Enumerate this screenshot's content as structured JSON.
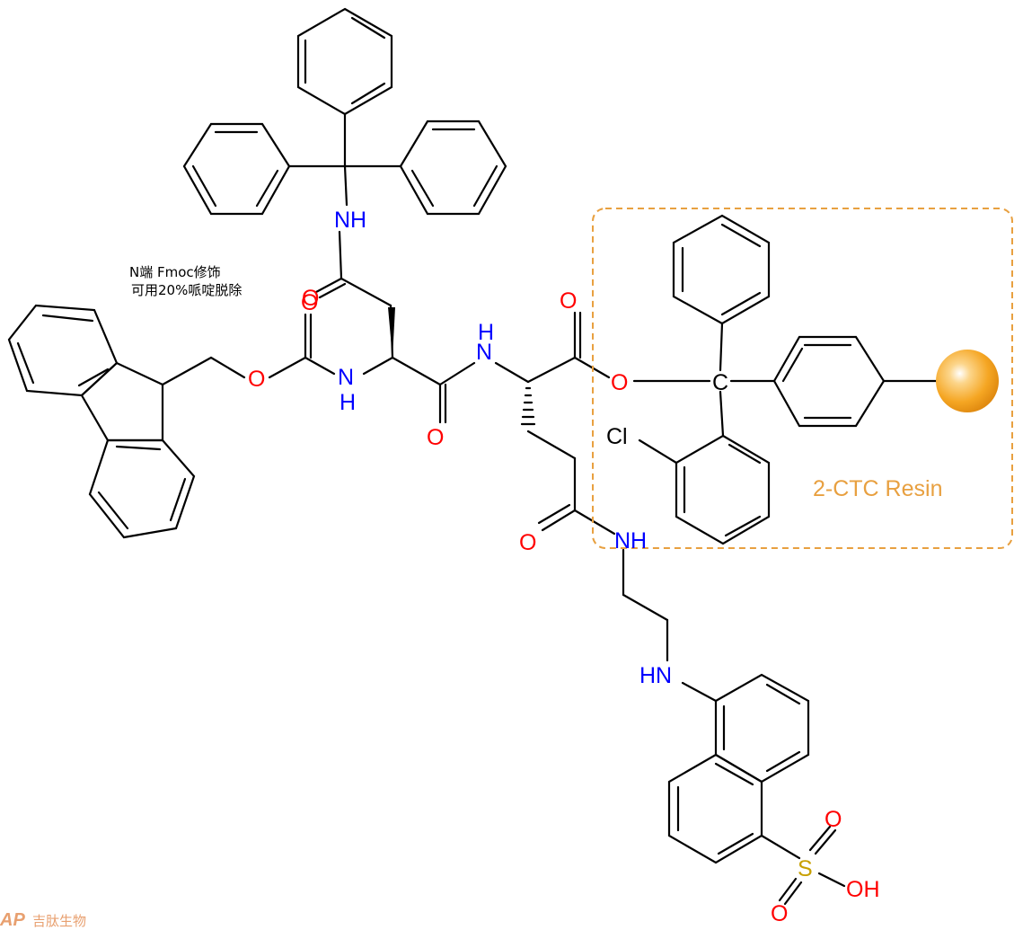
{
  "annotation": {
    "line1": "N端 Fmoc修饰",
    "line2": "可用20%哌啶脱除"
  },
  "resin": {
    "label": "2-CTC Resin",
    "box_color": "#e8a040",
    "bead_color": "#f5a623"
  },
  "atoms": {
    "NH_trityl": "NH",
    "O_asn_side": "O",
    "O_carbamate_carbonyl": "O",
    "O_carbamate_ester": "O",
    "N_asn_alpha": "N",
    "H_asn_alpha": "H",
    "O_asn_carbonyl": "O",
    "N_glu_alpha": "N",
    "H_glu_alpha": "H",
    "O_glu_carbonyl": "O",
    "O_glu_ester": "O",
    "C_trityl": "C",
    "Cl": "Cl",
    "O_glu_side": "O",
    "NH_amide": "NH",
    "HN_dansyl": "HN",
    "S": "S",
    "O_s1": "O",
    "O_s2": "O",
    "OH": "OH"
  },
  "colors": {
    "nitrogen": "#0000ff",
    "oxygen": "#ff0000",
    "sulfur": "#c8a000",
    "carbon": "#000000"
  },
  "watermark": {
    "logo": "AP",
    "text": "吉肽生物"
  }
}
